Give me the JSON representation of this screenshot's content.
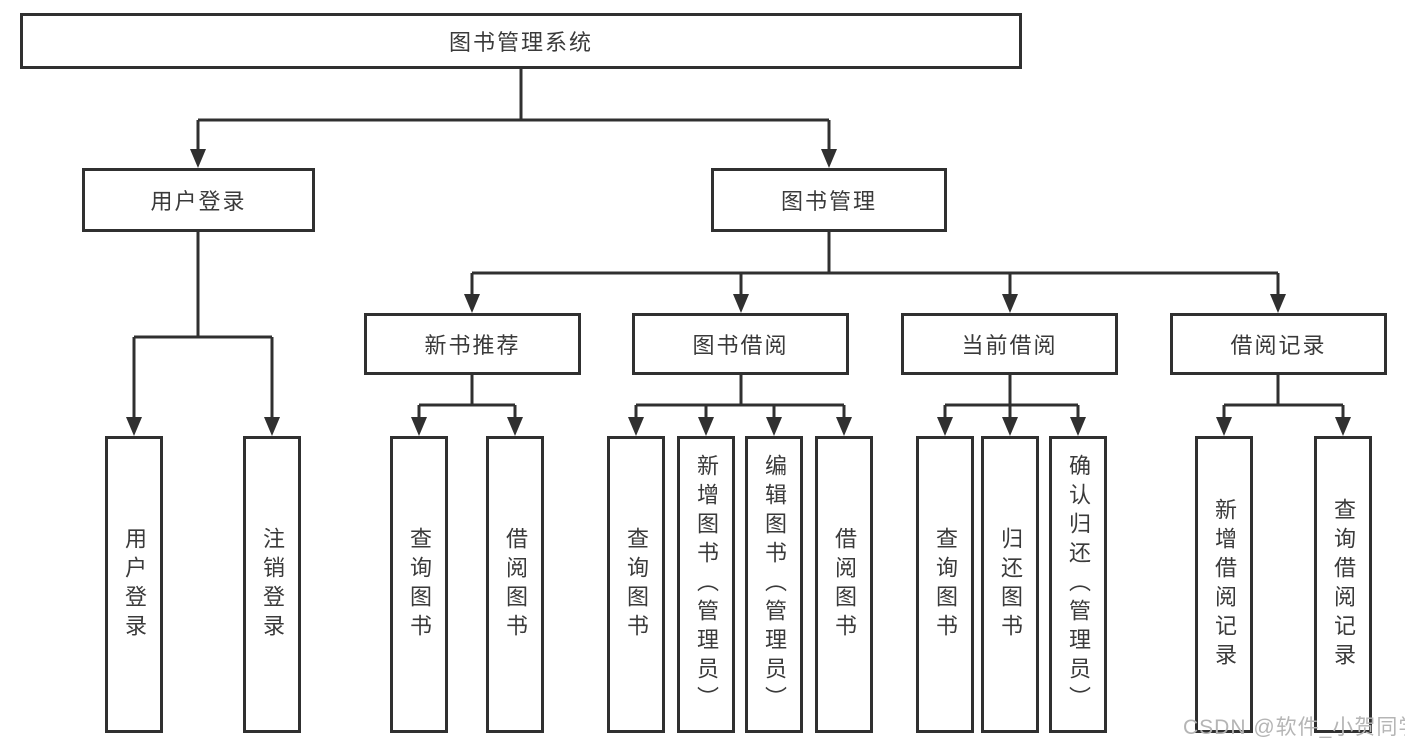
{
  "colors": {
    "line": "#303030",
    "text": "#3a3a3a",
    "watermark": "#b5b5b5",
    "background": "#ffffff",
    "box_background": "#ffffff"
  },
  "tree": {
    "label": "图书管理系统",
    "children": [
      {
        "label": "用户登录",
        "children": [
          {
            "label": "用户登录"
          },
          {
            "label": "注销登录"
          }
        ]
      },
      {
        "label": "图书管理",
        "children": [
          {
            "label": "新书推荐",
            "children": [
              {
                "label": "查询图书"
              },
              {
                "label": "借阅图书"
              }
            ]
          },
          {
            "label": "图书借阅",
            "children": [
              {
                "label": "查询图书"
              },
              {
                "label": "新增图书（管理员）"
              },
              {
                "label": "编辑图书（管理员）"
              },
              {
                "label": "借阅图书"
              }
            ]
          },
          {
            "label": "当前借阅",
            "children": [
              {
                "label": "查询图书"
              },
              {
                "label": "归还图书"
              },
              {
                "label": "确认归还（管理员）"
              }
            ]
          },
          {
            "label": "借阅记录",
            "children": [
              {
                "label": "新增借阅记录"
              },
              {
                "label": "查询借阅记录"
              }
            ]
          }
        ]
      }
    ]
  },
  "watermark": {
    "text": "CSDN @软件_小贺同学"
  }
}
